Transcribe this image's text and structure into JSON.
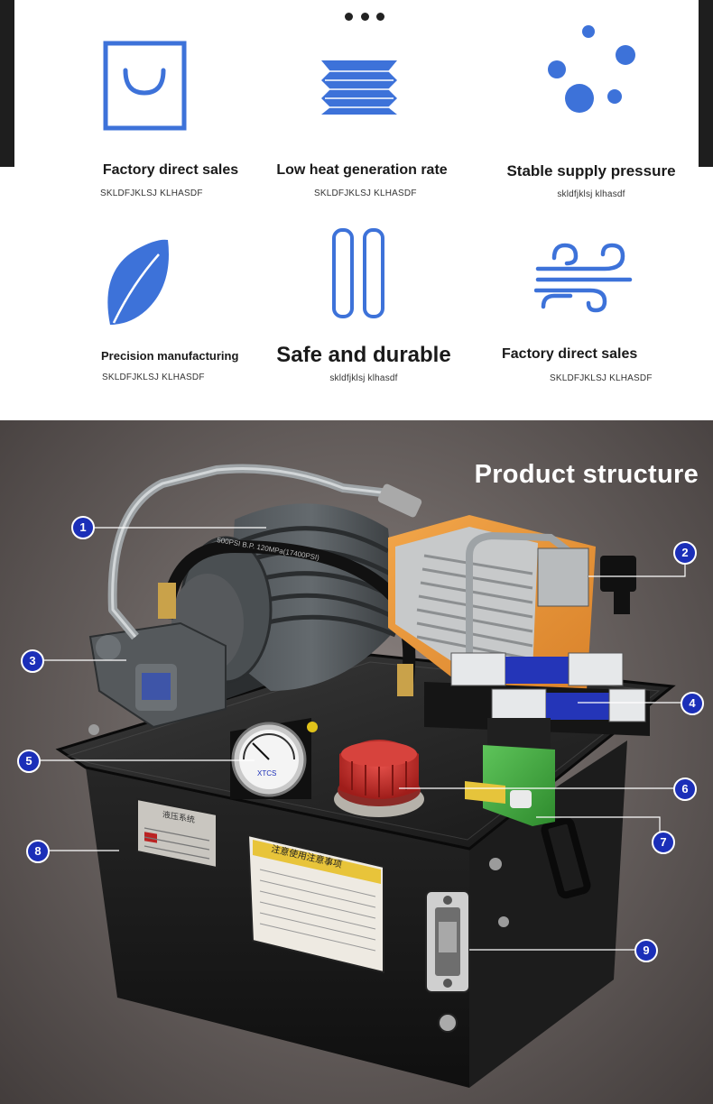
{
  "features": [
    {
      "title": "Factory direct sales",
      "subtitle": "SKLDFJKLSJ KLHASDF",
      "icon": "shopping-bag-icon"
    },
    {
      "title": "Low heat generation rate",
      "subtitle": "SKLDFJKLSJ KLHASDF",
      "icon": "heat-sink-icon"
    },
    {
      "title": "Stable supply pressure",
      "subtitle": "skldfjklsj klhasdf",
      "icon": "bubbles-icon"
    },
    {
      "title": "Precision manufacturing",
      "subtitle": "SKLDFJKLSJ KLHASDF",
      "icon": "leaf-icon"
    },
    {
      "title": "Safe and durable",
      "subtitle": "skldfjklsj klhasdf",
      "icon": "double-bar-icon"
    },
    {
      "title": "Factory direct sales",
      "subtitle": "SKLDFJKLSJ KLHASDF",
      "icon": "wind-icon"
    }
  ],
  "product": {
    "title": "Product structure",
    "callouts": [
      "1",
      "2",
      "3",
      "4",
      "5",
      "6",
      "7",
      "8",
      "9"
    ],
    "gauge_brand": "XTCS",
    "hose_print": "500PSI B.P. 120MPa(17400PSI)",
    "nameplate_text": "液压系统",
    "warning_label": "注意使用注意事项"
  },
  "colors": {
    "icon_blue": "#3d72d9",
    "callout_blue": "#1b2fb8",
    "dark_bar": "#1e1e1e"
  }
}
